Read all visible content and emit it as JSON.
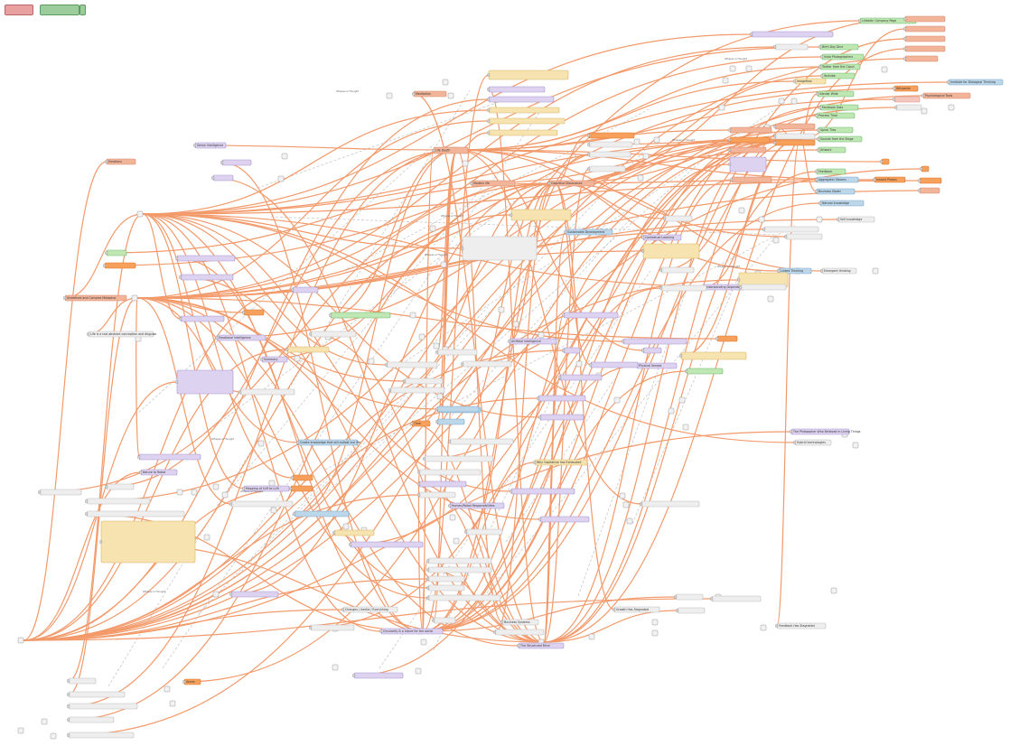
{
  "toolbar": {
    "left_button": "",
    "right_button": ""
  },
  "palette": {
    "blue": "#bcd7ea",
    "violet": "#ddd3f0",
    "green": "#bfe7b3",
    "orange": "#f7a05c",
    "salmon": "#f2b59a",
    "tan": "#f6e3b0",
    "grey": "#eeeeee",
    "pink": "#f4c6bd",
    "wire": "#f39a6b",
    "wire_dashed": "#c9c9c9"
  },
  "nodes": [
    {
      "text": "Linkedin Company Page",
      "color": "green"
    },
    {
      "text": "Birth Day Dice",
      "color": "green"
    },
    {
      "text": "Insta Photographers",
      "color": "green"
    },
    {
      "text": "Twitter from the Cloud",
      "color": "green"
    },
    {
      "text": "Youtube",
      "color": "green"
    },
    {
      "text": "Gender Wide",
      "color": "green"
    },
    {
      "text": "Facebook Dots",
      "color": "green"
    },
    {
      "text": "Process Time",
      "color": "green"
    },
    {
      "text": "Spiral Tiles",
      "color": "green"
    },
    {
      "text": "Sounds from the Stage",
      "color": "green"
    },
    {
      "text": "Artwork",
      "color": "green"
    },
    {
      "text": "Imageflow",
      "color": "tan"
    },
    {
      "text": "Aggregator Steams",
      "color": "blue"
    },
    {
      "text": "Business Model",
      "color": "blue"
    },
    {
      "text": "Natural knowledge",
      "color": "blue"
    },
    {
      "text": "Feedback",
      "color": "green"
    },
    {
      "text": "Psychological Tools",
      "color": "salmon"
    },
    {
      "text": "Institute for Dialogical Thinking",
      "color": "blue"
    },
    {
      "text": "Wikipedia",
      "color": "orange"
    },
    {
      "text": "Instant Photos",
      "color": "orange"
    },
    {
      "text": "Cognitive Dissonance",
      "color": "salmon"
    },
    {
      "text": "Modern life",
      "color": "salmon"
    },
    {
      "text": "Life Death",
      "color": "salmon"
    },
    {
      "text": "Meditation",
      "color": "salmon"
    },
    {
      "text": "Emotions",
      "color": "salmon"
    },
    {
      "text": "Undefined and Complex Metaphor",
      "color": "salmon"
    },
    {
      "text": "Life is a real abstract conception and disguise",
      "color": "grey"
    },
    {
      "text": "Sense Intelligence",
      "color": "violet"
    },
    {
      "text": "Artificial Intelligence",
      "color": "violet"
    },
    {
      "text": "Emotional Intelligence",
      "color": "violet"
    },
    {
      "text": "Physical Senses",
      "color": "violet"
    },
    {
      "text": "Time",
      "color": "orange"
    },
    {
      "text": "The Philosopher Who Believed in Living Things",
      "color": "violet"
    },
    {
      "text": "Hybrid technologies",
      "color": "grey"
    },
    {
      "text": "Self knowledge",
      "color": "grey"
    },
    {
      "text": "Linked Thinking",
      "color": "blue"
    },
    {
      "text": "Emergent thinking",
      "color": "grey"
    },
    {
      "text": "Understanding Dependence",
      "color": "violet"
    },
    {
      "text": "Contextual Learning",
      "color": "violet"
    },
    {
      "text": "Sustainable Development",
      "color": "blue"
    },
    {
      "text": "Changes / Inertia / Everything",
      "color": "grey"
    },
    {
      "text": "Circularity & a future for the world",
      "color": "violet"
    },
    {
      "text": "The Structured Mind",
      "color": "violet"
    },
    {
      "text": "Business Systems",
      "color": "grey"
    },
    {
      "text": "Growth Has Stagnated",
      "color": "grey"
    },
    {
      "text": "Feedback Has Stagnated",
      "color": "grey"
    },
    {
      "text": "Why Capitalism has Exhausted",
      "color": "tan"
    },
    {
      "text": "Human/Robot Responsibilities",
      "color": "violet"
    },
    {
      "text": "Nature to Robot",
      "color": "violet"
    },
    {
      "text": "Mapping of LLM to LLM",
      "color": "violet"
    },
    {
      "text": "Create knowledge that will outlast our life",
      "color": "blue"
    },
    {
      "text": "Self-knowledge",
      "color": "blue"
    },
    {
      "text": "Summary",
      "color": "violet"
    },
    {
      "text": "Sense",
      "color": "orange"
    }
  ],
  "dashed_note": "Whisper.ai Thought"
}
